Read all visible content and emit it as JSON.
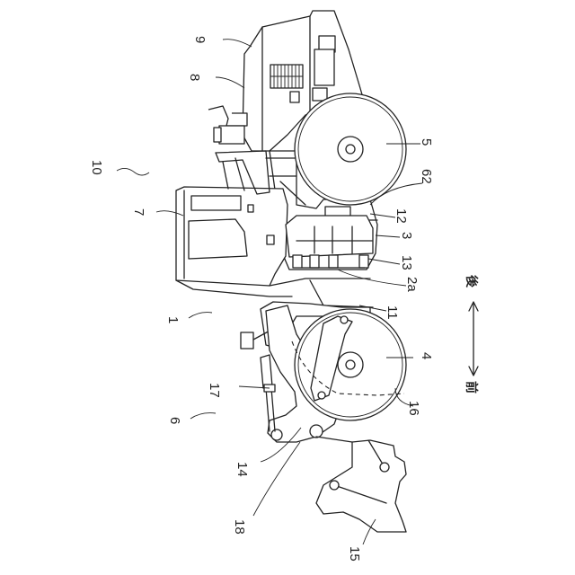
{
  "figure": {
    "labels": [
      {
        "key": "1",
        "text": "1"
      },
      {
        "key": "2a",
        "text": "2a"
      },
      {
        "key": "3",
        "text": "3"
      },
      {
        "key": "4",
        "text": "4"
      },
      {
        "key": "5",
        "text": "5"
      },
      {
        "key": "6",
        "text": "6"
      },
      {
        "key": "7",
        "text": "7"
      },
      {
        "key": "8",
        "text": "8"
      },
      {
        "key": "9",
        "text": "9"
      },
      {
        "key": "10",
        "text": "10"
      },
      {
        "key": "11",
        "text": "11"
      },
      {
        "key": "12",
        "text": "12"
      },
      {
        "key": "13",
        "text": "13"
      },
      {
        "key": "14",
        "text": "14"
      },
      {
        "key": "15",
        "text": "15"
      },
      {
        "key": "16",
        "text": "16"
      },
      {
        "key": "17",
        "text": "17"
      },
      {
        "key": "18",
        "text": "18"
      },
      {
        "key": "62",
        "text": "62"
      }
    ],
    "direction": {
      "front": "前",
      "rear": "後"
    }
  }
}
